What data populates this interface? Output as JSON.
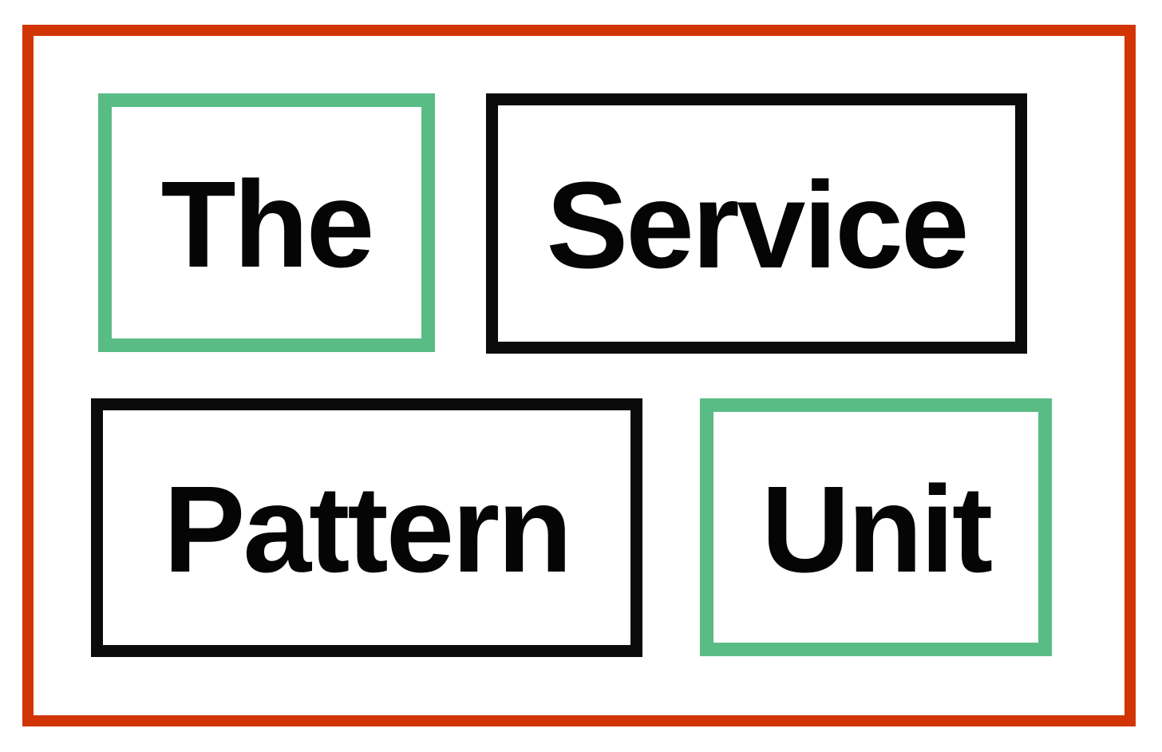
{
  "graphic": {
    "title": "The Service Pattern Unit",
    "words": [
      {
        "label": "The",
        "border_color_name": "green",
        "border_hex": "#5abc85"
      },
      {
        "label": "Service",
        "border_color_name": "black",
        "border_hex": "#0b0b0b"
      },
      {
        "label": "Pattern",
        "border_color_name": "black",
        "border_hex": "#0b0b0b"
      },
      {
        "label": "Unit",
        "border_color_name": "green",
        "border_hex": "#5abc85"
      }
    ],
    "colors": {
      "frame_red": "#d23505",
      "accent_green": "#5abc85",
      "text_black": "#050505",
      "background": "#ffffff"
    }
  }
}
